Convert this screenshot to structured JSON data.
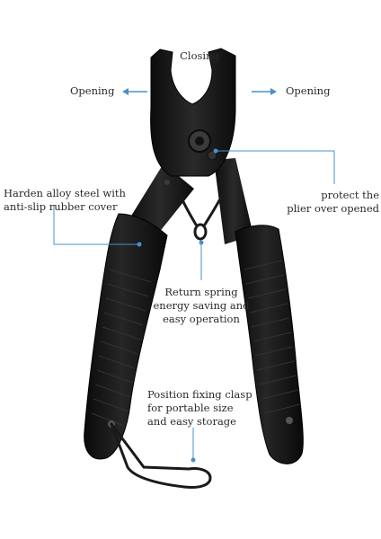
{
  "labels": {
    "closing": "Closing",
    "opening_left": "Opening",
    "opening_right": "Opening",
    "harden": [
      "Harden alloy steel with",
      "anti-slip rubber cover"
    ],
    "protect": [
      "protect the",
      "plier over opened"
    ],
    "spring": [
      "Return spring",
      "energy saving and",
      "easy operation"
    ],
    "clasp": [
      "Position fixing clasp",
      "for portable size",
      "and easy storage"
    ]
  },
  "colors": {
    "accent": "#4a90c8",
    "tool_black": "#141414",
    "grip_rib": "#2b2b2b"
  }
}
